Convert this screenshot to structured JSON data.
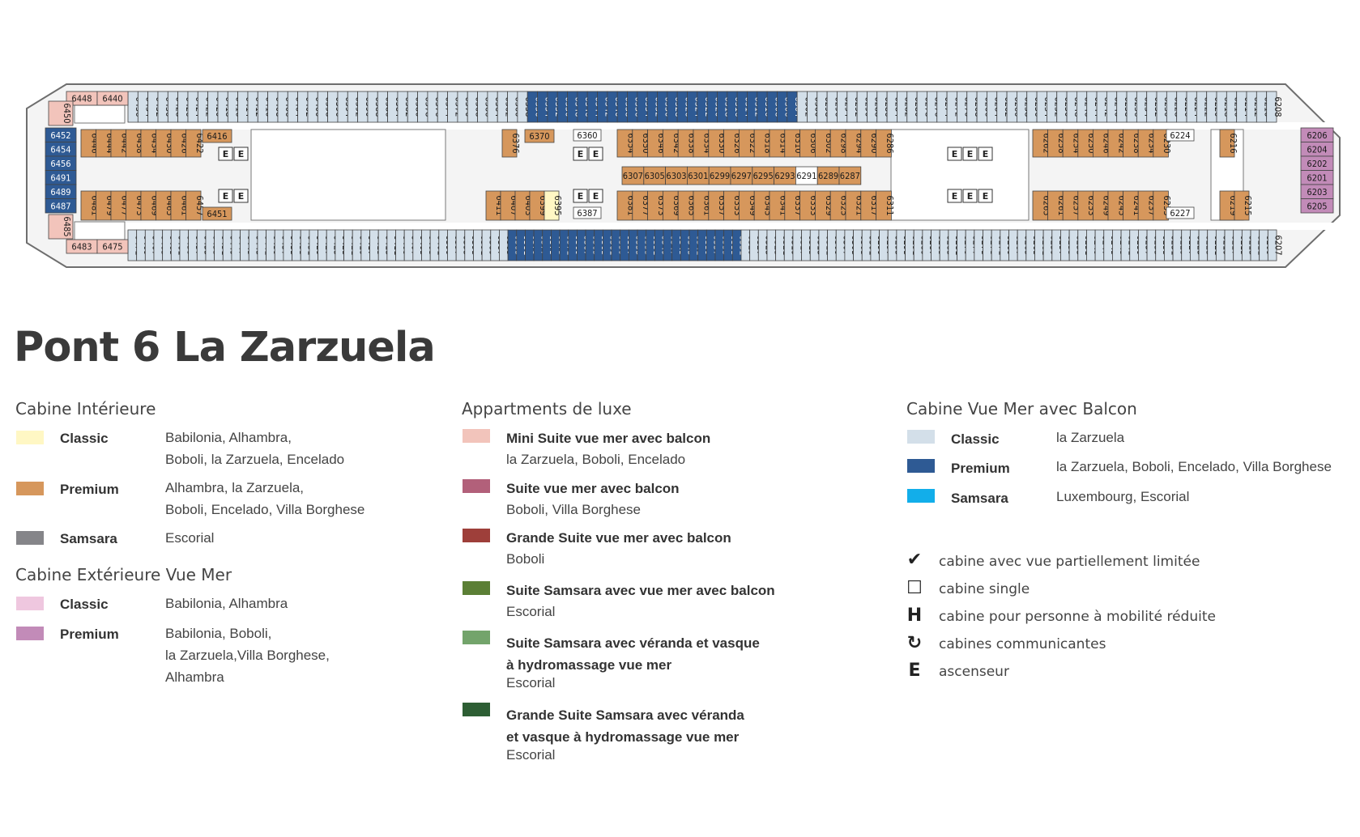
{
  "title": "Pont 6 La Zarzuela",
  "colors": {
    "interior_classic": "#fff7c4",
    "interior_premium": "#d6975c",
    "interior_samsara": "#858589",
    "exterior_classic": "#efc7df",
    "exterior_premium": "#c28bb8",
    "luxe_mini_suite": "#f2c4bb",
    "luxe_suite": "#b2607a",
    "luxe_grande_suite": "#9e3f3a",
    "luxe_suite_samsara": "#5b7f35",
    "luxe_suite_samsara_veranda": "#73a46b",
    "luxe_grande_samsara": "#2d5e34",
    "balcony_classic": "#d3dfe9",
    "balcony_premium": "#2e5a94",
    "balcony_samsara": "#12aeea"
  },
  "legend": {
    "interior": {
      "title": "Cabine Intérieure",
      "items": [
        {
          "label": "Classic",
          "lines": [
            "Babilonia, Alhambra,",
            "Boboli, la Zarzuela, Encelado"
          ]
        },
        {
          "label": "Premium",
          "lines": [
            "Alhambra, la Zarzuela,",
            "Boboli, Encelado, Villa Borghese"
          ]
        },
        {
          "label": "Samsara",
          "lines": [
            "Escorial"
          ]
        }
      ]
    },
    "exterior": {
      "title": "Cabine Extérieure Vue Mer",
      "items": [
        {
          "label": "Classic",
          "lines": [
            "Babilonia, Alhambra"
          ]
        },
        {
          "label": "Premium",
          "lines": [
            "Babilonia, Boboli,",
            "la Zarzuela,Villa Borghese,",
            "Alhambra"
          ]
        }
      ]
    },
    "luxe": {
      "title": "Appartments de luxe",
      "items": [
        {
          "lines": [
            "Mini Suite vue mer avec balcon"
          ],
          "ships": "la Zarzuela, Boboli, Encelado"
        },
        {
          "lines": [
            "Suite vue mer avec balcon"
          ],
          "ships": "Boboli, Villa Borghese"
        },
        {
          "lines": [
            "Grande Suite vue mer avec balcon"
          ],
          "ships": "Boboli"
        },
        {
          "lines": [
            "Suite Samsara avec vue mer avec balcon"
          ],
          "ships": "Escorial"
        },
        {
          "lines": [
            "Suite Samsara avec véranda et vasque",
            "à hydromassage vue mer"
          ],
          "ships": "Escorial"
        },
        {
          "lines": [
            "Grande Suite Samsara avec véranda",
            "et vasque à hydromassage vue mer"
          ],
          "ships": "Escorial"
        }
      ]
    },
    "balcony": {
      "title": "Cabine Vue Mer avec Balcon",
      "items": [
        {
          "label": "Classic",
          "ships": "la Zarzuela"
        },
        {
          "label": "Premium",
          "ships": "la Zarzuela, Boboli, Encelado, Villa Borghese"
        },
        {
          "label": "Samsara",
          "ships": "Luxembourg, Escorial"
        }
      ]
    },
    "symbols": [
      {
        "icon": "checkmark-icon",
        "glyph": "✔",
        "text": "cabine avec vue partiellement limitée"
      },
      {
        "icon": "square-icon",
        "glyph": "☐",
        "text": "cabine single"
      },
      {
        "icon": "h-icon",
        "glyph": "H",
        "text": "cabine pour personne à mobilité réduite"
      },
      {
        "icon": "connecting-arrow-icon",
        "glyph": "↻",
        "text": "cabines communicantes"
      },
      {
        "icon": "e-icon",
        "glyph": "E",
        "text": "ascenseur"
      }
    ]
  },
  "deck": {
    "elevator_label": "E",
    "top_row": [
      {
        "from": 6436,
        "to": 6358,
        "cat": "c"
      },
      {
        "from": 6356,
        "to": 6304,
        "cat": "p"
      },
      {
        "from": 6302,
        "to": 6210,
        "cat": "c"
      }
    ],
    "top_row_extra": [
      "6208"
    ],
    "bottom_row": [
      {
        "from": 6471,
        "to": 6385,
        "cat": "c"
      },
      {
        "from": 6383,
        "to": 6331,
        "cat": "p"
      },
      {
        "from": 6329,
        "to": 6209,
        "cat": "c"
      }
    ],
    "bottom_row_extra": [
      "6207"
    ],
    "fore_left": [
      "6448",
      "6440"
    ],
    "aft_left": [
      "6483",
      "6475"
    ],
    "left_end_top": [
      "6450"
    ],
    "left_end_bottom": [
      "6485"
    ],
    "left_balcony": [
      "6452",
      "6454",
      "6456",
      "6491",
      "6489",
      "6487"
    ],
    "right_suites": [
      "6206",
      "6204",
      "6202",
      "6201",
      "6203",
      "6205"
    ],
    "inner_top_a": [
      "6446",
      "6444",
      "6442",
      "6438",
      "6434",
      "6430",
      "6426",
      "6422"
    ],
    "inner_top_a_extra": [
      "6416"
    ],
    "inner_bottom_a": [
      "6481",
      "6479",
      "6477",
      "6473",
      "6469",
      "6465",
      "6461",
      "6457"
    ],
    "inner_bottom_a_extra": [
      "6451"
    ],
    "inner_mid": [
      "6376",
      "6370",
      "6360",
      "6411",
      "6407",
      "6403",
      "6399",
      "6395",
      "6387"
    ],
    "inner_top_b": [
      "6354",
      "6350",
      "6346",
      "6342",
      "6338",
      "6334",
      "6330",
      "6326",
      "6322",
      "6318",
      "6314",
      "6310",
      "6306",
      "6302",
      "6298",
      "6294",
      "6290",
      "6286"
    ],
    "inner_center": [
      "6307",
      "6305",
      "6303",
      "6301",
      "6299",
      "6297",
      "6295",
      "6293",
      "6291",
      "6289",
      "6287"
    ],
    "inner_bottom_b": [
      "6381",
      "6377",
      "6373",
      "6369",
      "6365",
      "6361",
      "6357",
      "6353",
      "6349",
      "6345",
      "6341",
      "6337",
      "6333",
      "6329",
      "6325",
      "6321",
      "6317",
      "6311"
    ],
    "inner_top_c": [
      "6262",
      "6258",
      "6254",
      "6250",
      "6246",
      "6242",
      "6238",
      "6234",
      "6230"
    ],
    "inner_top_c_extra": [
      "6224",
      "6216"
    ],
    "inner_bottom_c": [
      "6265",
      "6261",
      "6257",
      "6253",
      "6249",
      "6245",
      "6241",
      "6237",
      "6233"
    ],
    "inner_bottom_c_extra": [
      "6227",
      "6219",
      "6215"
    ]
  }
}
